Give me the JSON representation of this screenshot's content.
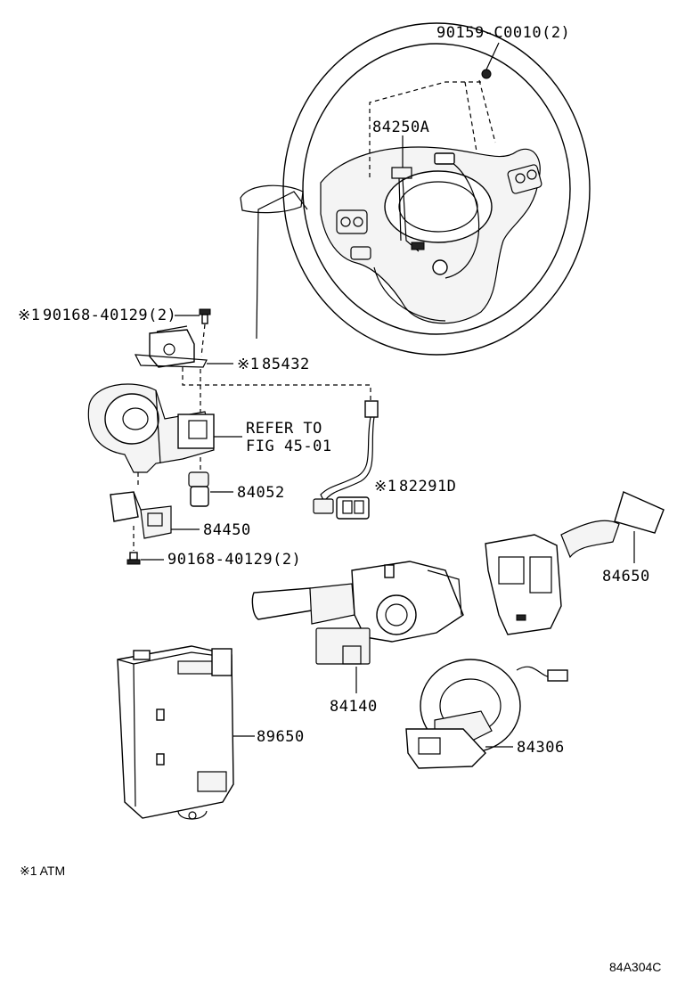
{
  "labels": {
    "screw_top": "90159-C0010(2)",
    "horn_pad": "84250A",
    "screw_left_top": "90168-40129(2)",
    "unit_85432": "85432",
    "refer_line1": "REFER TO",
    "refer_line2": "FIG 45-01",
    "part_84052": "84052",
    "part_82291d": "82291D",
    "part_84450": "84450",
    "screw_bottom": "90168-40129(2)",
    "part_84650": "84650",
    "part_84140": "84140",
    "part_89650": "89650",
    "part_84306": "84306",
    "marker": "※1",
    "footnote": "※1 ATM",
    "diagram_code": "84A304C"
  }
}
